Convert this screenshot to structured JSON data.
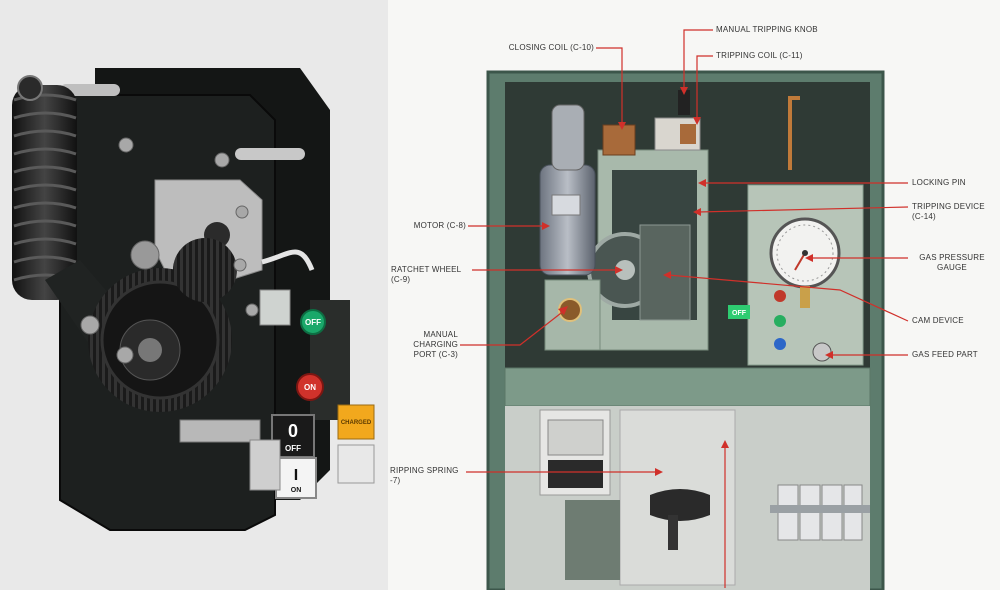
{
  "left_image": {
    "buttons": {
      "off_green": "OFF",
      "on_red": "ON",
      "off_black": "OFF",
      "on_white": "ON",
      "off_black_number": "0",
      "on_white_symbol": "I"
    },
    "indicator_text": "CHARGED"
  },
  "right_image": {
    "labels": {
      "closing_coil": "CLOSING COIL (C-10)",
      "manual_tripping_knob": "MANUAL TRIPPING KNOB",
      "tripping_coil": "TRIPPING COIL (C-11)",
      "locking_pin": "LOCKING PIN",
      "tripping_device_line1": "TRIPPING DEVICE",
      "tripping_device_line2": "(C-14)",
      "motor": "MOTOR (C-8)",
      "gas_pressure_gauge_line1": "GAS PRESSURE",
      "gas_pressure_gauge_line2": "GAUGE",
      "ratchet_wheel_line1": "RATCHET WHEEL",
      "ratchet_wheel_line2": "(C-9)",
      "cam_device": "CAM DEVICE",
      "manual_charging_line1": "MANUAL",
      "manual_charging_line2": "CHARGING",
      "manual_charging_line3": "PORT (C-3)",
      "gas_feed_part": "GAS FEED PART",
      "tripping_spring_line1": "RIPPING SPRING",
      "tripping_spring_line2": "-7)"
    },
    "off_button_text": "OFF"
  },
  "colors": {
    "cabinet_green": "#6f8c7c",
    "frame_dark": "#1c1f1d",
    "annotation_red": "#d0302a",
    "panel_green": "#b4c4b6"
  }
}
